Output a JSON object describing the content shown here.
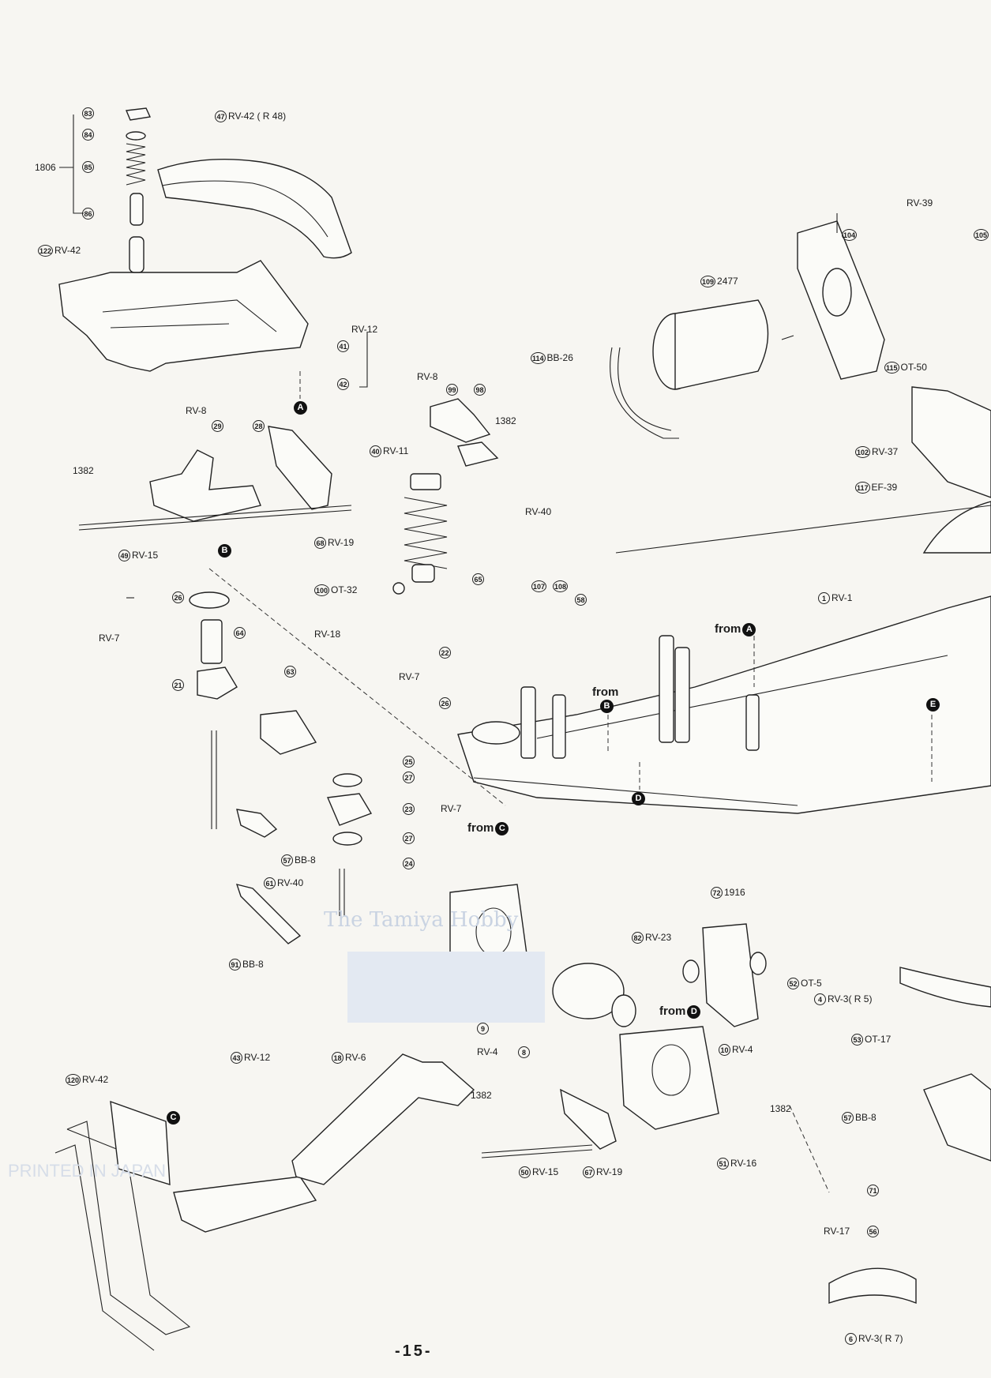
{
  "labels": {
    "l83": {
      "n": "83",
      "t": ""
    },
    "l84": {
      "n": "84",
      "t": ""
    },
    "l85": {
      "n": "85",
      "t": ""
    },
    "l86": {
      "n": "86",
      "t": ""
    },
    "l1806": {
      "n": "",
      "t": "1806"
    },
    "l47": {
      "n": "47",
      "t": "RV-42 ( R 48)"
    },
    "l122": {
      "n": "122",
      "t": "RV-42"
    },
    "lrv12a": {
      "n": "",
      "t": "RV-12"
    },
    "l41": {
      "n": "41",
      "t": ""
    },
    "l42": {
      "n": "42",
      "t": ""
    },
    "lrv8a": {
      "n": "",
      "t": "RV-8"
    },
    "l99": {
      "n": "99",
      "t": ""
    },
    "l98": {
      "n": "98",
      "t": ""
    },
    "l1382a": {
      "n": "",
      "t": "1382"
    },
    "lrv8b": {
      "n": "",
      "t": "RV-8"
    },
    "l29": {
      "n": "29",
      "t": ""
    },
    "l28": {
      "n": "28",
      "t": ""
    },
    "l40": {
      "n": "40",
      "t": "RV-11"
    },
    "l1382b": {
      "n": "",
      "t": "1382"
    },
    "l49": {
      "n": "49",
      "t": "RV-15"
    },
    "l68": {
      "n": "68",
      "t": "RV-19"
    },
    "l100": {
      "n": "100",
      "t": "OT-32"
    },
    "lrv40a": {
      "n": "",
      "t": "RV-40"
    },
    "l65": {
      "n": "65",
      "t": ""
    },
    "l107": {
      "n": "107",
      "t": ""
    },
    "l108": {
      "n": "108",
      "t": ""
    },
    "l58": {
      "n": "58",
      "t": ""
    },
    "l26a": {
      "n": "26",
      "t": ""
    },
    "lrv7a": {
      "n": "",
      "t": "RV-7"
    },
    "l64": {
      "n": "64",
      "t": ""
    },
    "lrv18": {
      "n": "",
      "t": "RV-18"
    },
    "l63": {
      "n": "63",
      "t": ""
    },
    "l21": {
      "n": "21",
      "t": ""
    },
    "l22": {
      "n": "22",
      "t": ""
    },
    "lrv7b": {
      "n": "",
      "t": "RV-7"
    },
    "l26b": {
      "n": "26",
      "t": ""
    },
    "l25": {
      "n": "25",
      "t": ""
    },
    "l27a": {
      "n": "27",
      "t": ""
    },
    "l23": {
      "n": "23",
      "t": ""
    },
    "lrv7c": {
      "n": "",
      "t": "RV-7"
    },
    "l27b": {
      "n": "27",
      "t": ""
    },
    "l24": {
      "n": "24",
      "t": ""
    },
    "l57a": {
      "n": "57",
      "t": "BB-8"
    },
    "l61": {
      "n": "61",
      "t": "RV-40"
    },
    "l91": {
      "n": "91",
      "t": "BB-8"
    },
    "l1": {
      "n": "1",
      "t": "RV-1"
    },
    "lrv39": {
      "n": "",
      "t": "RV-39"
    },
    "l104": {
      "n": "104",
      "t": ""
    },
    "l105": {
      "n": "105",
      "t": ""
    },
    "l109": {
      "n": "109",
      "t": "2477"
    },
    "l114": {
      "n": "114",
      "t": "BB-26"
    },
    "l115": {
      "n": "115",
      "t": "OT-50"
    },
    "l102": {
      "n": "102",
      "t": "RV-37"
    },
    "l117": {
      "n": "117",
      "t": "EF-39"
    },
    "l72": {
      "n": "72",
      "t": "1916"
    },
    "l82": {
      "n": "82",
      "t": "RV-23"
    },
    "l52": {
      "n": "52",
      "t": "OT-5"
    },
    "l4": {
      "n": "4",
      "t": "RV-3( R  5)"
    },
    "l9": {
      "n": "9",
      "t": ""
    },
    "lrv4a": {
      "n": "",
      "t": "RV-4"
    },
    "l8": {
      "n": "8",
      "t": ""
    },
    "l10": {
      "n": "10",
      "t": "RV-4"
    },
    "l53": {
      "n": "53",
      "t": "OT-17"
    },
    "l43": {
      "n": "43",
      "t": "RV-12"
    },
    "l18": {
      "n": "18",
      "t": "RV-6"
    },
    "l120": {
      "n": "120",
      "t": "RV-42"
    },
    "l1382c": {
      "n": "",
      "t": "1382"
    },
    "l1382d": {
      "n": "",
      "t": "1382"
    },
    "l50": {
      "n": "50",
      "t": "RV-15"
    },
    "l67": {
      "n": "67",
      "t": "RV-19"
    },
    "l51": {
      "n": "51",
      "t": "RV-16"
    },
    "l57b": {
      "n": "57",
      "t": "BB-8"
    },
    "l71": {
      "n": "71",
      "t": ""
    },
    "lrv17": {
      "n": "",
      "t": "RV-17"
    },
    "l56": {
      "n": "56",
      "t": ""
    },
    "l6": {
      "n": "6",
      "t": "RV-3( R  7)"
    }
  },
  "markers": {
    "A": "A",
    "B": "B",
    "C": "C",
    "D": "D",
    "E": "E"
  },
  "from_labels": {
    "fromA": "from",
    "fromB": "from",
    "fromC": "from",
    "fromD": "from"
  },
  "watermark": {
    "title": "The Tamiya Hobby",
    "logo": "",
    "foot": "PRINTED IN JAPAN"
  },
  "page_number": "-15-"
}
